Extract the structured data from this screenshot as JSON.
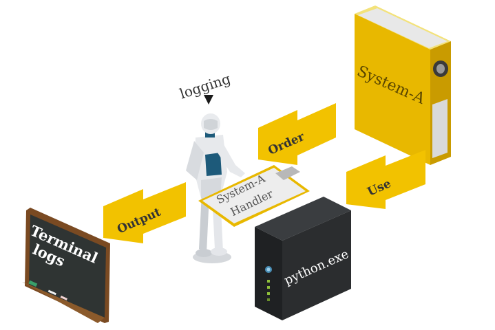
{
  "annotations": {
    "logging": "logging"
  },
  "arrows": {
    "order": "Order",
    "use": "Use",
    "output": "Output"
  },
  "binder": {
    "label": "System-A"
  },
  "clipboard": {
    "line1": "System-A",
    "line2": "Handler"
  },
  "computer": {
    "label": "python.exe"
  },
  "chalkboard": {
    "line1": "Terminal",
    "line2": "logs"
  },
  "colors": {
    "arrow_yellow": "#f2c200",
    "binder_yellow": "#e8b800",
    "computer_dark": "#2b2d2f",
    "chalkboard_green": "#2f3433",
    "frame_brown": "#7a4a22",
    "robot_blue": "#1d5a7a"
  }
}
